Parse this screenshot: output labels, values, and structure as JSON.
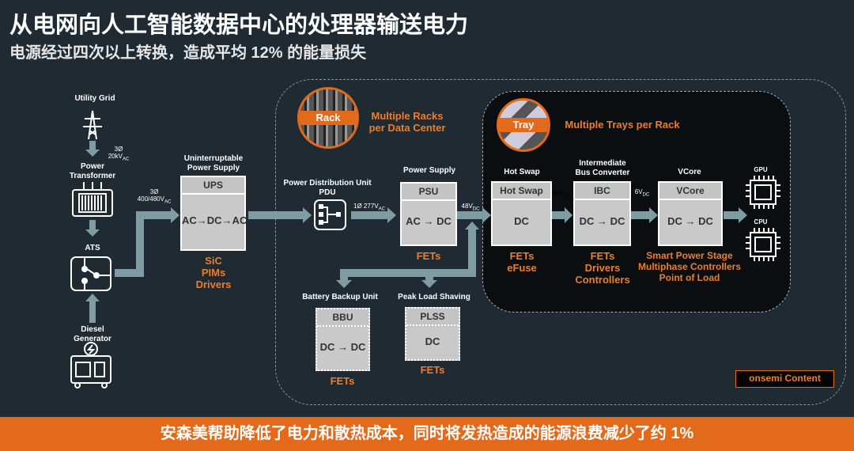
{
  "title": "从电网向人工智能数据中心的处理器输送电力",
  "subtitle": "电源经过四次以上转换，造成平均 12% 的能量损失",
  "footer": "安森美帮助降低了电力和散热成本，同时将发热造成的能源浪费减少了约 1%",
  "badge": "onsemi Content",
  "colors": {
    "accent": "#e3691b",
    "background": "#1f2a33",
    "pipe": "#7f9ba3"
  },
  "rack": {
    "badge": "Rack",
    "label1": "Multiple Racks",
    "label2": "per Data Center"
  },
  "tray": {
    "badge": "Tray",
    "label": "Multiple Trays per Rack"
  },
  "left": {
    "grid": "Utility Grid",
    "v1a": "3Ø",
    "v1b": "20kV",
    "v1sub": "AC",
    "transformer1": "Power",
    "transformer2": "Transformer",
    "ats": "ATS",
    "diesel1": "Diesel",
    "diesel2": "Generator",
    "v2a": "3Ø",
    "v2b": "400/480V",
    "v2sub": "AC"
  },
  "ups": {
    "label1": "Uninterruptable",
    "label2": "Power Supply",
    "header": "UPS",
    "body": "AC→DC→AC",
    "parts": [
      "SiC",
      "PIMs",
      "Drivers"
    ]
  },
  "pdu": {
    "label1": "Power Distribution Unit",
    "label2": "PDU",
    "v": "1Ø 277V",
    "vsub": "AC"
  },
  "psu": {
    "label": "Power Supply",
    "header": "PSU",
    "body": "AC → DC",
    "parts": [
      "FETs"
    ],
    "v": "48V",
    "vsub": "DC"
  },
  "bbu": {
    "label": "Battery Backup Unit",
    "header": "BBU",
    "body": "DC → DC",
    "parts": [
      "FETs"
    ]
  },
  "plss": {
    "label": "Peak Load Shaving",
    "header": "PLSS",
    "body": "DC",
    "parts": [
      "FETs"
    ]
  },
  "hotswap": {
    "label": "Hot Swap",
    "header": "Hot Swap",
    "body": "DC",
    "parts": [
      "FETs",
      "eFuse"
    ],
    "v": "48V",
    "vsub": "DC"
  },
  "ibc": {
    "label1": "Intermediate",
    "label2": "Bus Converter",
    "header": "IBC",
    "body": "DC → DC",
    "parts": [
      "FETs",
      "Drivers",
      "Controllers"
    ],
    "v": "6V",
    "vsub": "DC"
  },
  "vcore": {
    "label": "VCore",
    "header": "VCore",
    "body": "DC → DC",
    "parts": [
      "Smart Power Stage",
      "Multiphase Controllers",
      "Point of Load"
    ]
  },
  "gpu": "GPU",
  "cpu": "CPU"
}
